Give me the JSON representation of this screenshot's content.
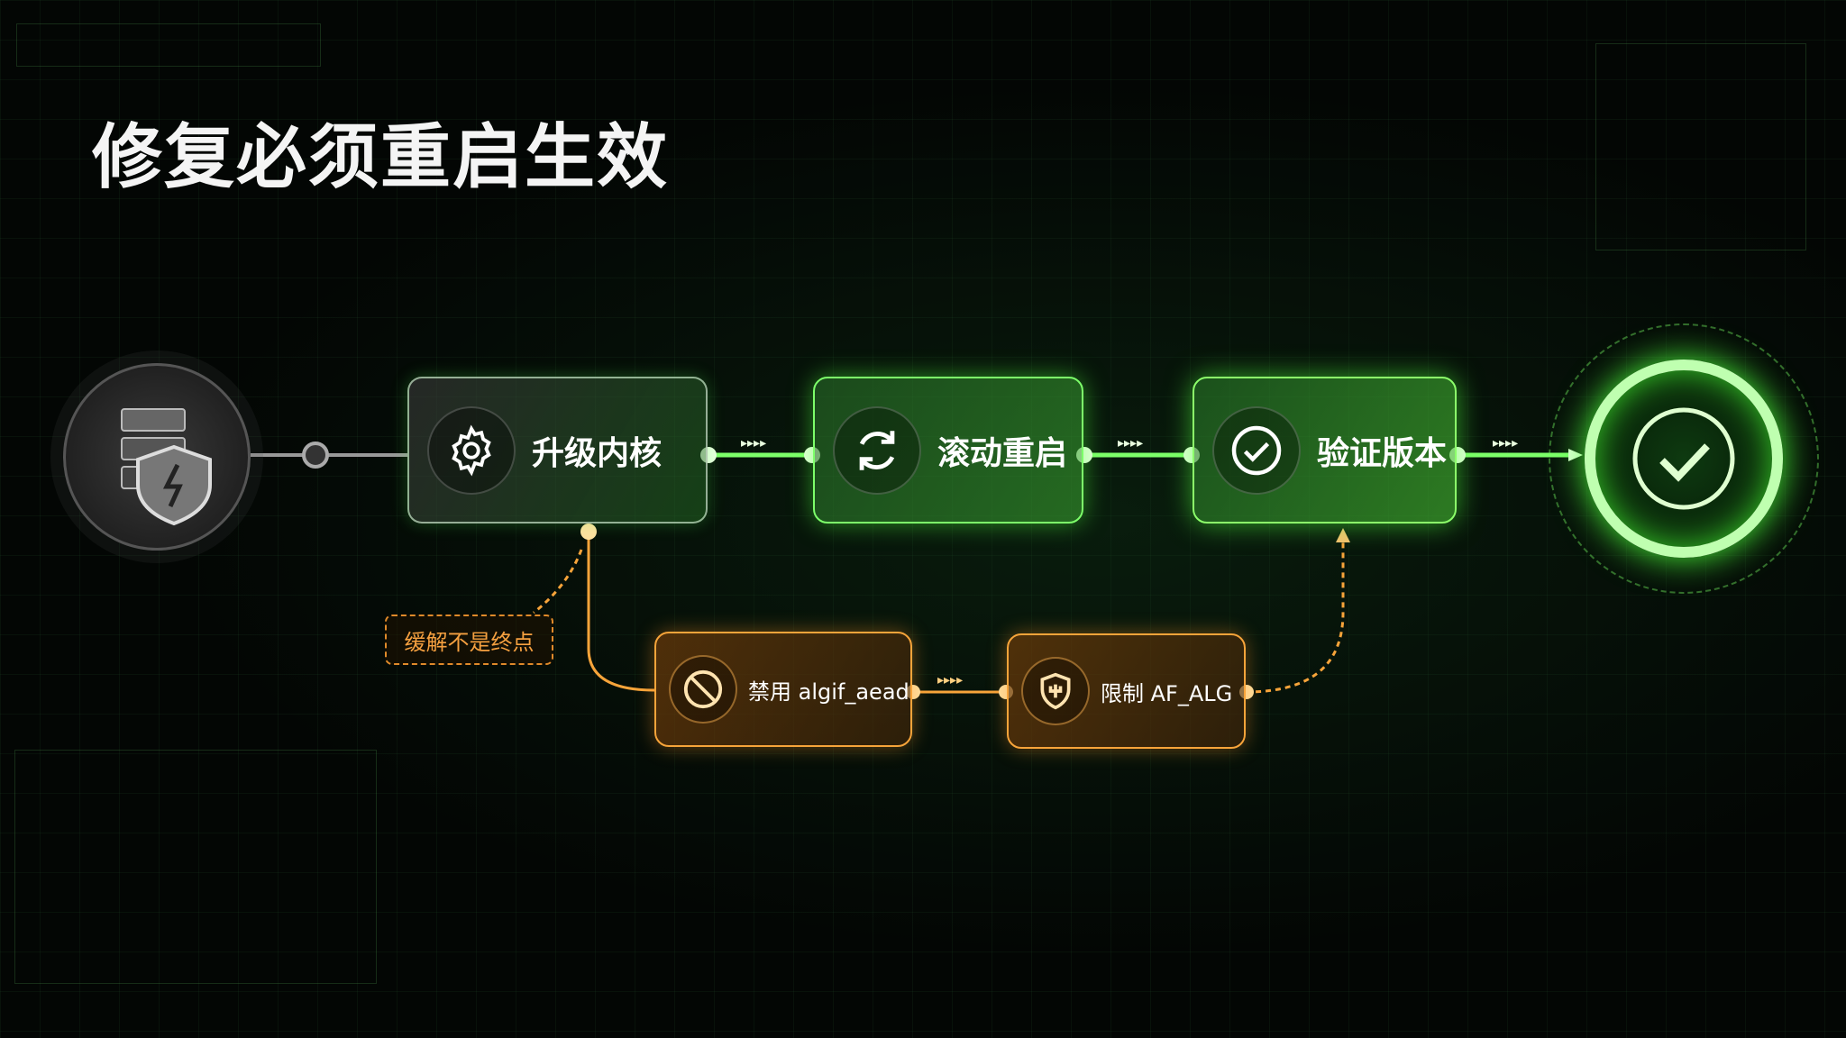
{
  "title": "修复必须重启生效",
  "steps": [
    {
      "label": "升级内核",
      "icon": "gear-icon"
    },
    {
      "label": "滚动重启",
      "icon": "refresh-icon"
    },
    {
      "label": "验证版本",
      "icon": "check-circle-icon"
    }
  ],
  "mitigations": [
    {
      "label": "禁用 algif_aead",
      "icon": "ban-icon"
    },
    {
      "label": "限制 AF_ALG",
      "icon": "shield-icon"
    }
  ],
  "callout": "缓解不是终点",
  "colors": {
    "green": "#5cff3a",
    "orange": "#f7a43a"
  }
}
